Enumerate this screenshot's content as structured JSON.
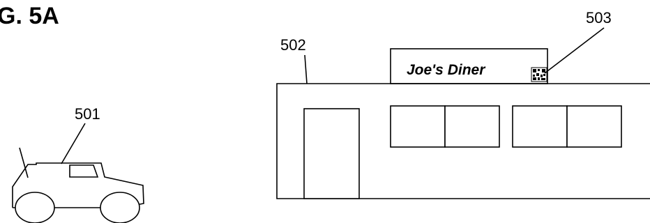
{
  "figure": {
    "title": "G. 5A"
  },
  "labels": {
    "vehicle": "501",
    "building": "502",
    "code": "503"
  },
  "sign": {
    "text": "Joe's Diner"
  },
  "colors": {
    "stroke": "#000000",
    "background": "#ffffff"
  }
}
